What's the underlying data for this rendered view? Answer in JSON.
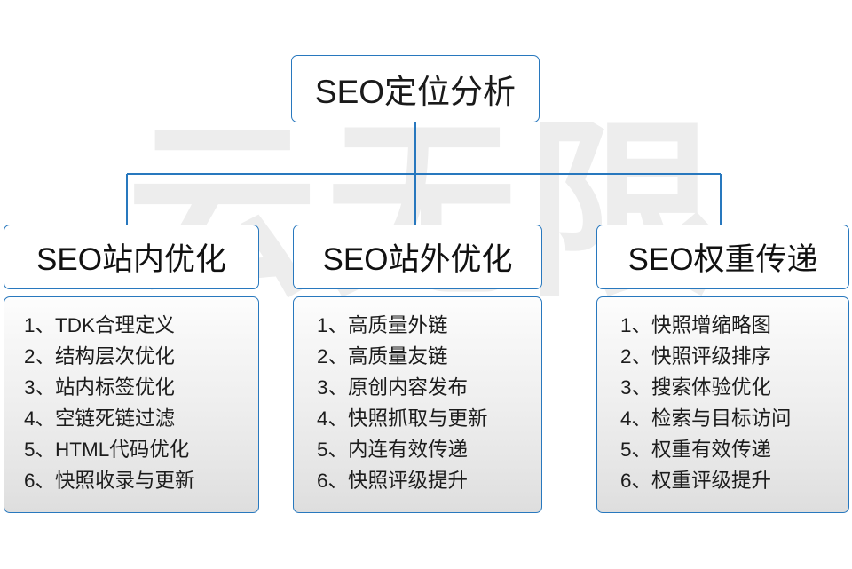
{
  "diagram": {
    "title": "SEO定位分析",
    "watermark": "云无限",
    "accent_color": "#2878be",
    "text_color": "#1a1a1a",
    "background_color": "#ffffff",
    "columns": [
      {
        "header": "SEO站内优化",
        "items": [
          "1、TDK合理定义",
          "2、结构层次优化",
          "3、站内标签优化",
          "4、空链死链过滤",
          "5、HTML代码优化",
          "6、快照收录与更新"
        ]
      },
      {
        "header": "SEO站外优化",
        "items": [
          "1、高质量外链",
          "2、高质量友链",
          "3、原创内容发布",
          "4、快照抓取与更新",
          "5、内连有效传递",
          "6、快照评级提升"
        ]
      },
      {
        "header": "SEO权重传递",
        "items": [
          "1、快照增缩略图",
          "2、快照评级排序",
          "3、搜索体验优化",
          "4、检索与目标访问",
          "5、权重有效传递",
          "6、权重评级提升"
        ]
      }
    ]
  }
}
